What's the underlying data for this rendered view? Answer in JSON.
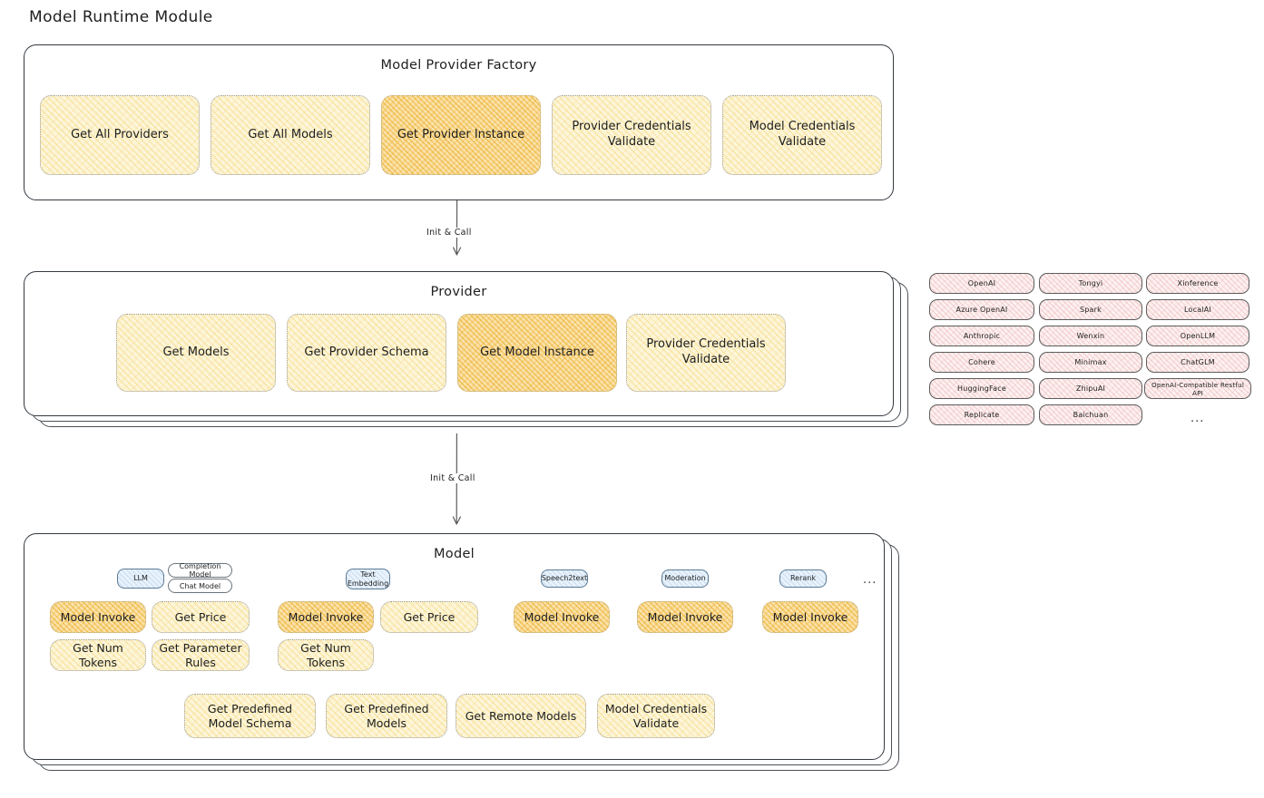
{
  "title": "Model Runtime Module",
  "factory": {
    "title": "Model Provider Factory",
    "methods": [
      {
        "label": "Get All Providers",
        "highlight": false
      },
      {
        "label": "Get All Models",
        "highlight": false
      },
      {
        "label": "Get Provider Instance",
        "highlight": true
      },
      {
        "label": "Provider Credentials Validate",
        "highlight": false
      },
      {
        "label": "Model Credentials Validate",
        "highlight": false
      }
    ]
  },
  "arrows": [
    {
      "label": "Init & Call"
    },
    {
      "label": "Init & Call"
    }
  ],
  "provider": {
    "title": "Provider",
    "methods": [
      {
        "label": "Get Models",
        "highlight": false
      },
      {
        "label": "Get Provider Schema",
        "highlight": false
      },
      {
        "label": "Get Model Instance",
        "highlight": true
      },
      {
        "label": "Provider Credentials Validate",
        "highlight": false
      }
    ]
  },
  "provider_list": {
    "columns": [
      [
        "OpenAI",
        "Azure OpenAI",
        "Anthropic",
        "Cohere",
        "HuggingFace",
        "Replicate"
      ],
      [
        "Tongyi",
        "Spark",
        "Wenxin",
        "Minimax",
        "ZhipuAI",
        "Baichuan"
      ],
      [
        "Xinference",
        "LocalAI",
        "OpenLLM",
        "ChatGLM",
        "OpenAI-Compatible Restful API"
      ]
    ],
    "more": "..."
  },
  "model": {
    "title": "Model",
    "more": "...",
    "types": [
      {
        "tag": "LLM",
        "subtags": [
          "Completion Model",
          "Chat Model"
        ],
        "methods": [
          {
            "label": "Model Invoke",
            "highlight": true
          },
          {
            "label": "Get Price",
            "highlight": false
          },
          {
            "label": "Get Num Tokens",
            "highlight": false
          },
          {
            "label": "Get Parameter Rules",
            "highlight": false
          }
        ]
      },
      {
        "tag": "Text Embedding",
        "subtags": [],
        "methods": [
          {
            "label": "Model Invoke",
            "highlight": true
          },
          {
            "label": "Get Price",
            "highlight": false
          },
          {
            "label": "Get Num Tokens",
            "highlight": false
          }
        ]
      },
      {
        "tag": "Speech2text",
        "subtags": [],
        "methods": [
          {
            "label": "Model Invoke",
            "highlight": true
          }
        ]
      },
      {
        "tag": "Moderation",
        "subtags": [],
        "methods": [
          {
            "label": "Model Invoke",
            "highlight": true
          }
        ]
      },
      {
        "tag": "Rerank",
        "subtags": [],
        "methods": [
          {
            "label": "Model Invoke",
            "highlight": true
          }
        ]
      }
    ],
    "common_methods": [
      "Get Predefined Model Schema",
      "Get Predefined Models",
      "Get Remote Models",
      "Model Credentials Validate"
    ]
  },
  "colors": {
    "yellow_fill": "#fdf5d8",
    "yellow_highlight": "#fbe2ab",
    "pink_fill": "#fdf0f0",
    "blue_fill": "#e9f2fb",
    "stroke": "#343a40"
  }
}
